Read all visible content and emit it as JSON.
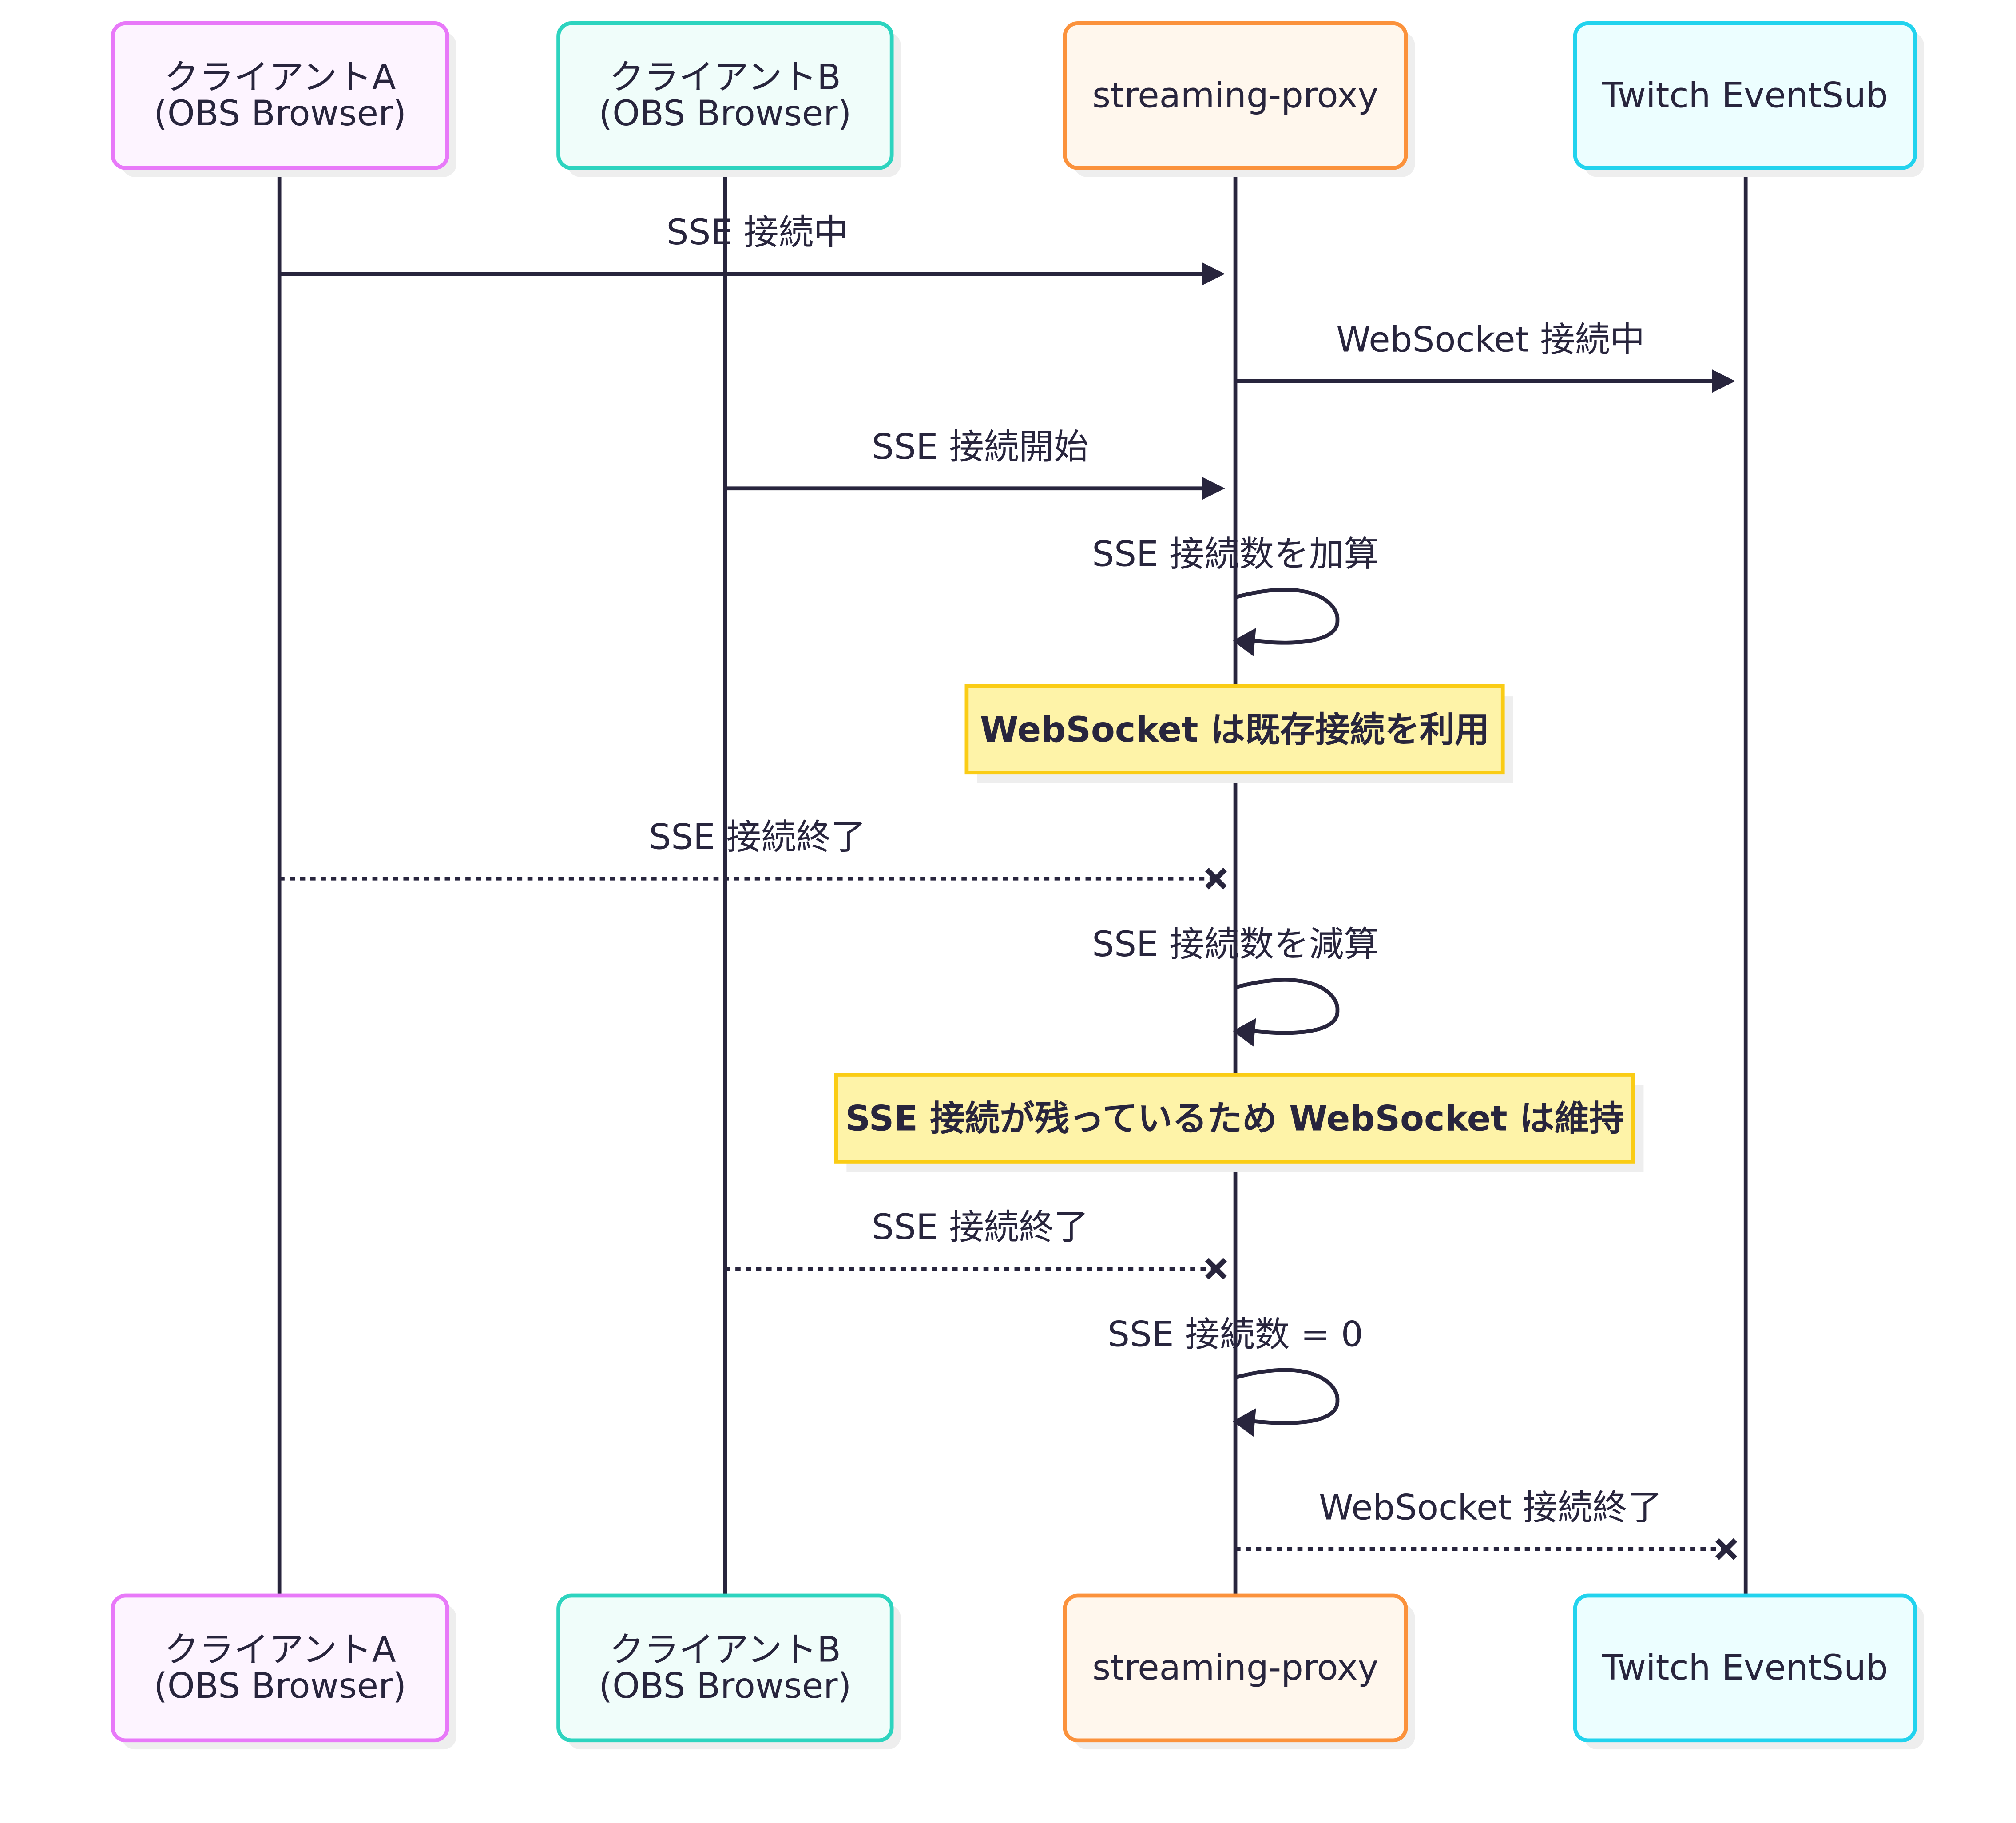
{
  "diagram": {
    "type": "sequence",
    "actors": [
      {
        "id": "A",
        "line1": "クライアントA",
        "line2": "(OBS Browser)",
        "border": "#e879f9",
        "fill": "#fdf4ff"
      },
      {
        "id": "B",
        "line1": "クライアントB",
        "line2": "(OBS Browser)",
        "border": "#2dd4bf",
        "fill": "#f0fdfa"
      },
      {
        "id": "P",
        "line1": "streaming-proxy",
        "line2": "",
        "border": "#fb923c",
        "fill": "#fff7ed"
      },
      {
        "id": "T",
        "line1": "Twitch EventSub",
        "line2": "",
        "border": "#22d3ee",
        "fill": "#ecfeff"
      }
    ],
    "steps": [
      {
        "kind": "message",
        "from": "A",
        "to": "P",
        "style": "solid-arrow",
        "label": "SSE 接続中"
      },
      {
        "kind": "message",
        "from": "P",
        "to": "T",
        "style": "solid-arrow",
        "label": "WebSocket 接続中"
      },
      {
        "kind": "message",
        "from": "B",
        "to": "P",
        "style": "solid-arrow",
        "label": "SSE 接続開始"
      },
      {
        "kind": "self",
        "on": "P",
        "label": "SSE 接続数を加算"
      },
      {
        "kind": "note",
        "over": "P",
        "label": "WebSocket は既存接続を利用"
      },
      {
        "kind": "message",
        "from": "A",
        "to": "P",
        "style": "dotted-cross",
        "label": "SSE 接続終了"
      },
      {
        "kind": "self",
        "on": "P",
        "label": "SSE 接続数を減算"
      },
      {
        "kind": "note",
        "over": "P",
        "label": "SSE 接続が残っているため WebSocket は維持"
      },
      {
        "kind": "message",
        "from": "B",
        "to": "P",
        "style": "dotted-cross",
        "label": "SSE 接続終了"
      },
      {
        "kind": "self",
        "on": "P",
        "label": "SSE 接続数 = 0"
      },
      {
        "kind": "message",
        "from": "P",
        "to": "T",
        "style": "dotted-cross",
        "label": "WebSocket 接続終了"
      }
    ],
    "colors": {
      "line": "#28253d",
      "note_border": "#facc15",
      "note_fill": "#fef3a8",
      "shadow": "#eeeeee"
    }
  }
}
